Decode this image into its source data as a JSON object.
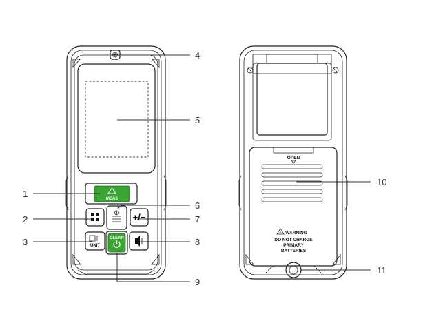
{
  "callouts": {
    "c1": "1",
    "c2": "2",
    "c3": "3",
    "c4": "4",
    "c5": "5",
    "c6": "6",
    "c7": "7",
    "c8": "8",
    "c9": "9",
    "c10": "10",
    "c11": "11"
  },
  "buttons": {
    "meas": "MEAS",
    "clear": "CLEAR",
    "unit": "UNIT",
    "plus_minus": "+/−"
  },
  "back": {
    "open_label": "OPEN",
    "warning_title": "WARNING",
    "warning_line1": "DO NOT CHARGE",
    "warning_line2": "PRIMARY",
    "warning_line3": "BATTERIES"
  },
  "colors": {
    "accent_green": "#3aa535",
    "outline": "#222222"
  }
}
